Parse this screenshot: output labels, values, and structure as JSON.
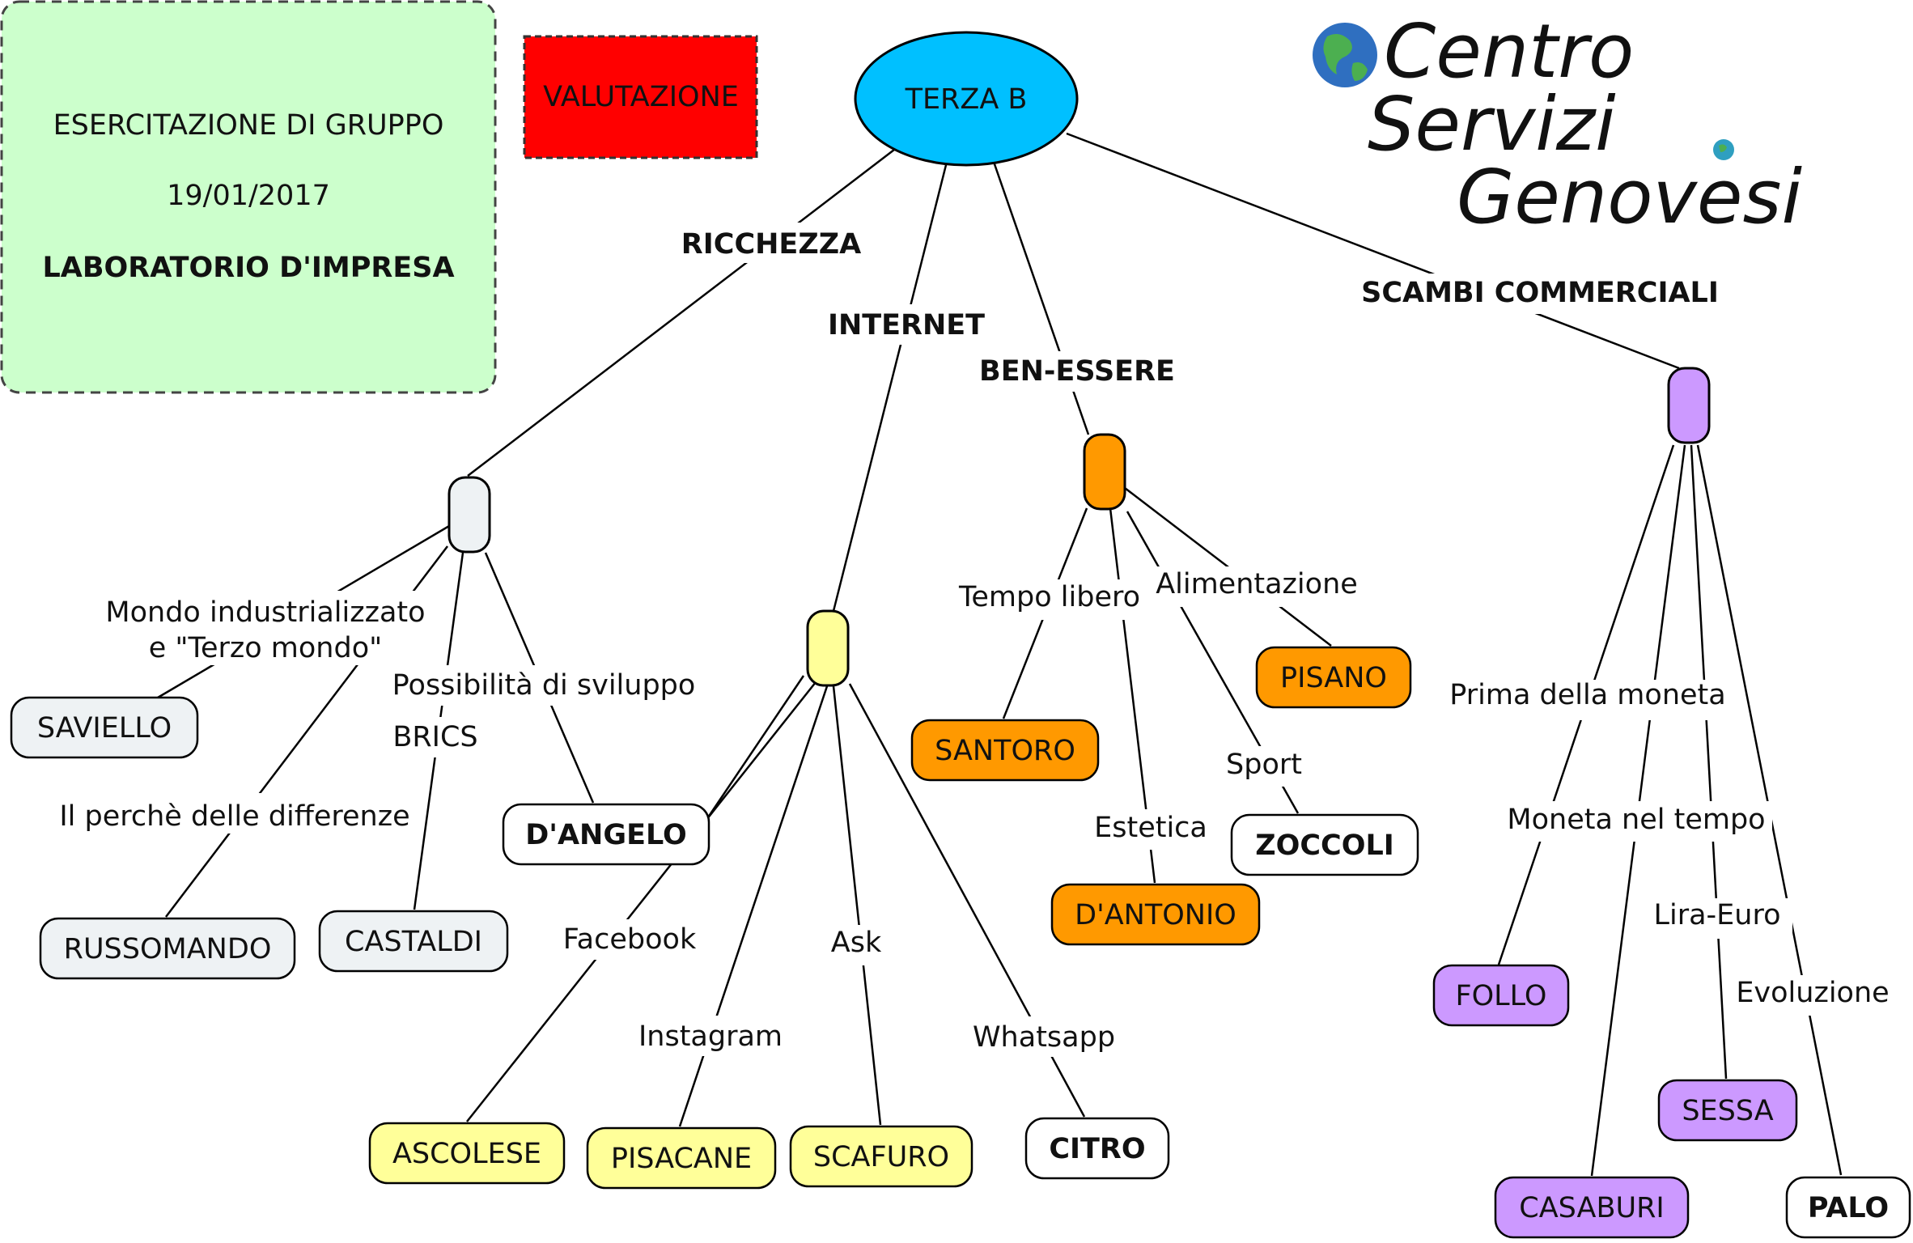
{
  "info_box": {
    "line1": "ESERCITAZIONE DI GRUPPO",
    "line2": "19/01/2017",
    "line3": "LABORATORIO D'IMPRESA"
  },
  "valutazione": {
    "label": "VALUTAZIONE"
  },
  "root": {
    "label": "TERZA B"
  },
  "logo": {
    "line1": "Centro",
    "line2": "Servizi",
    "line3": "Genovesi"
  },
  "branches": {
    "ricchezza": {
      "label": "RICCHEZZA",
      "color": "#eef2f4",
      "links": {
        "mondo": "Mondo industrializzato",
        "mondo2": "e \"Terzo mondo\"",
        "perche": "Il perchè delle differenze",
        "brics": "BRICS",
        "sviluppo": "Possibilità di sviluppo"
      },
      "nodes": {
        "saviello": "SAVIELLO",
        "russomando": "RUSSOMANDO",
        "castaldi": "CASTALDI",
        "dangelo": "D'ANGELO"
      }
    },
    "internet": {
      "label": "INTERNET",
      "color": "#ffff99",
      "links": {
        "facebook": "Facebook",
        "instagram": "Instagram",
        "ask": "Ask",
        "whatsapp": "Whatsapp"
      },
      "nodes": {
        "ascolese": "ASCOLESE",
        "pisacane": "PISACANE",
        "scafuro": "SCAFURO",
        "citro": "CITRO"
      }
    },
    "benessere": {
      "label": "BEN-ESSERE",
      "color": "#ff9900",
      "links": {
        "tempo": "Tempo libero",
        "alimentazione": "Alimentazione",
        "estetica": "Estetica",
        "sport": "Sport"
      },
      "nodes": {
        "santoro": "SANTORO",
        "pisano": "PISANO",
        "dantonio": "D'ANTONIO",
        "zoccoli": "ZOCCOLI"
      }
    },
    "scambi": {
      "label": "SCAMBI COMMERCIALI",
      "color": "#cc99ff",
      "links": {
        "prima": "Prima della moneta",
        "tempo": "Moneta nel tempo",
        "lira": "Lira-Euro",
        "evoluzione": "Evoluzione"
      },
      "nodes": {
        "follo": "FOLLO",
        "casaburi": "CASABURI",
        "sessa": "SESSA",
        "palo": "PALO"
      }
    }
  },
  "colors": {
    "root": "#00c0ff",
    "info_box": "#ccffcc",
    "valutazione": "#ff0000",
    "line": "#000000",
    "plain_node": "#ffffff"
  }
}
